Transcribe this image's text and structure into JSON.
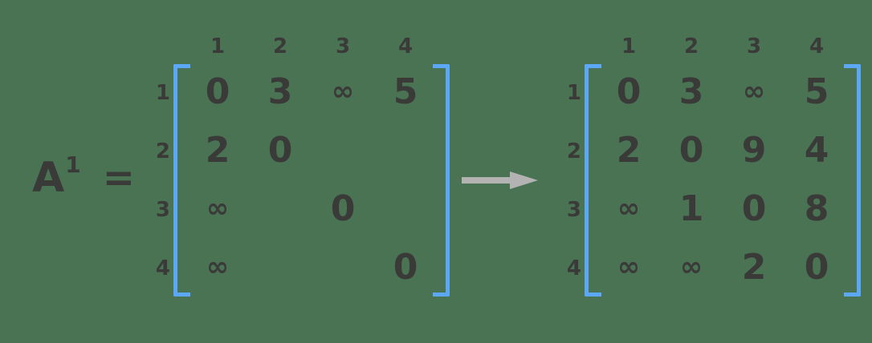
{
  "colors": {
    "background": "#4a7354",
    "text": "#3a3a38",
    "bracket": "#5ca8f7",
    "arrow": "#b3b3b3"
  },
  "equation_label": {
    "base": "A",
    "superscript": "1",
    "equals": "="
  },
  "arrow_icon": "right-arrow-icon",
  "matrices": [
    {
      "id": "matrix-before",
      "column_headers": [
        "1",
        "2",
        "3",
        "4"
      ],
      "row_headers": [
        "1",
        "2",
        "3",
        "4"
      ],
      "rows": [
        [
          "0",
          "3",
          "∞",
          "5"
        ],
        [
          "2",
          "0",
          "",
          ""
        ],
        [
          "∞",
          "",
          "0",
          ""
        ],
        [
          "∞",
          "",
          "",
          "0"
        ]
      ]
    },
    {
      "id": "matrix-after",
      "column_headers": [
        "1",
        "2",
        "3",
        "4"
      ],
      "row_headers": [
        "1",
        "2",
        "3",
        "4"
      ],
      "rows": [
        [
          "0",
          "3",
          "∞",
          "5"
        ],
        [
          "2",
          "0",
          "9",
          "4"
        ],
        [
          "∞",
          "1",
          "0",
          "8"
        ],
        [
          "∞",
          "∞",
          "2",
          "0"
        ]
      ]
    }
  ]
}
